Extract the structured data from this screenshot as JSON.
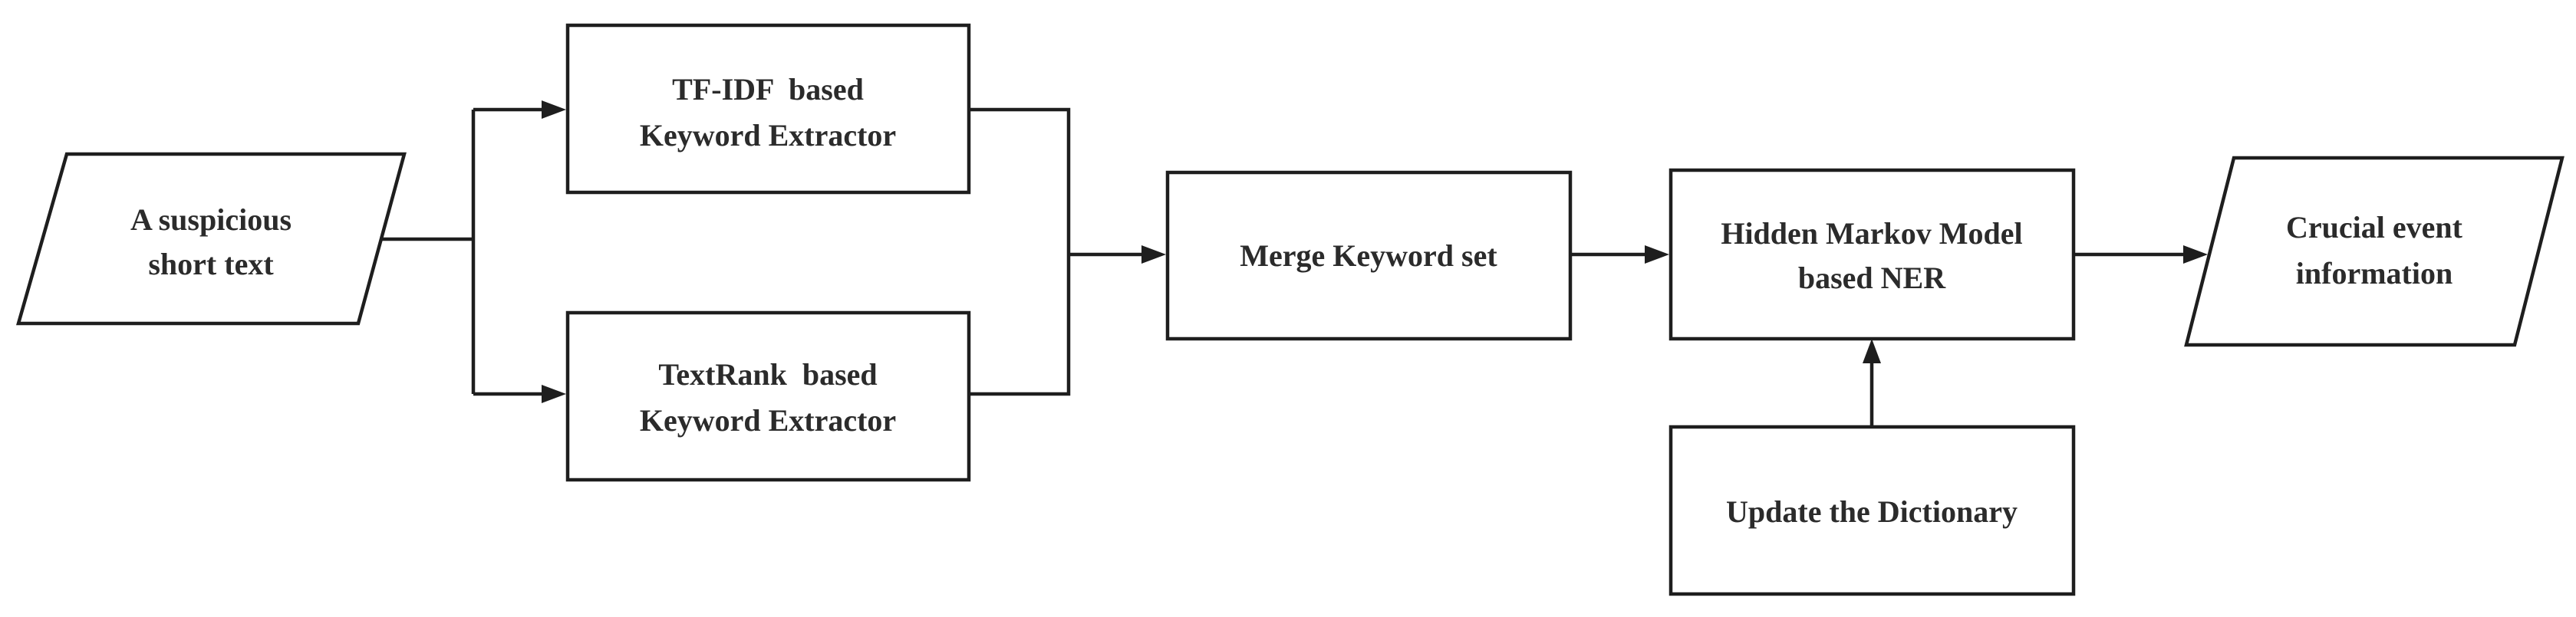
{
  "diagram": {
    "nodes": {
      "input": {
        "lines": [
          "A suspicious",
          "short text"
        ]
      },
      "tfidf": {
        "lines": [
          "TF-IDF  based",
          "Keyword Extractor"
        ]
      },
      "textrank": {
        "lines": [
          "TextRank  based",
          "Keyword Extractor"
        ]
      },
      "merge": {
        "lines": [
          "Merge Keyword set"
        ]
      },
      "hmm": {
        "lines": [
          "Hidden Markov Model",
          "based NER"
        ]
      },
      "dictionary": {
        "lines": [
          "Update the Dictionary"
        ]
      },
      "output": {
        "lines": [
          "Crucial event",
          "information"
        ]
      }
    }
  }
}
